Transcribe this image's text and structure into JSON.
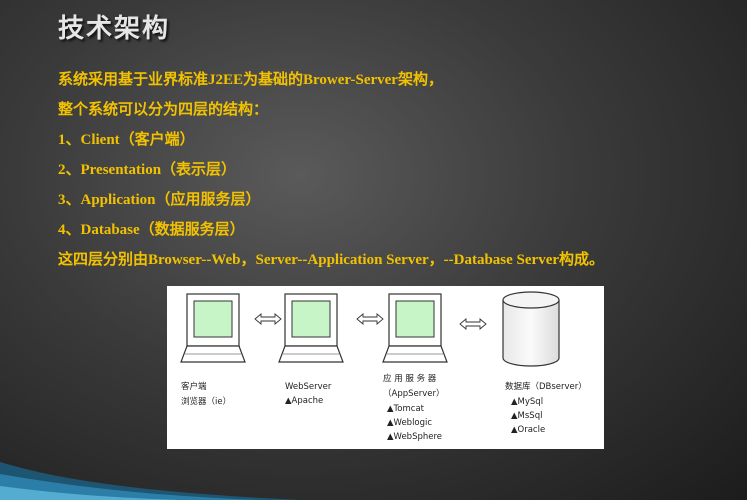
{
  "slide": {
    "title": "技术架构",
    "lines": [
      "系统采用基于业界标准J2EE为基础的Brower-Server架构，",
      "整个系统可以分为四层的结构：",
      "1、Client（客户端）",
      "2、Presentation（表示层）",
      "3、Application（应用服务层）",
      "4、Database（数据服务层）",
      "这四层分别由Browser--Web，Server--Application Server，--Database Server构成。"
    ]
  },
  "diagram": {
    "client_label_1": "客户端",
    "client_label_2": "浏览器（ie）",
    "web_label_1": "WebServer",
    "web_label_2": "▲Apache",
    "app_label_1": "应 用 服 务 器",
    "app_label_2": "（AppServer）",
    "app_items": [
      "▲Tomcat",
      "▲Weblogic",
      "▲WebSphere"
    ],
    "db_label": "数据库（DBserver）",
    "db_items": [
      "▲MySql",
      "▲MsSql",
      "▲Oracle"
    ]
  },
  "colors": {
    "text_accent": "#f2c200",
    "screen_fill": "#c8f5c8",
    "title": "#e6e6e6"
  }
}
